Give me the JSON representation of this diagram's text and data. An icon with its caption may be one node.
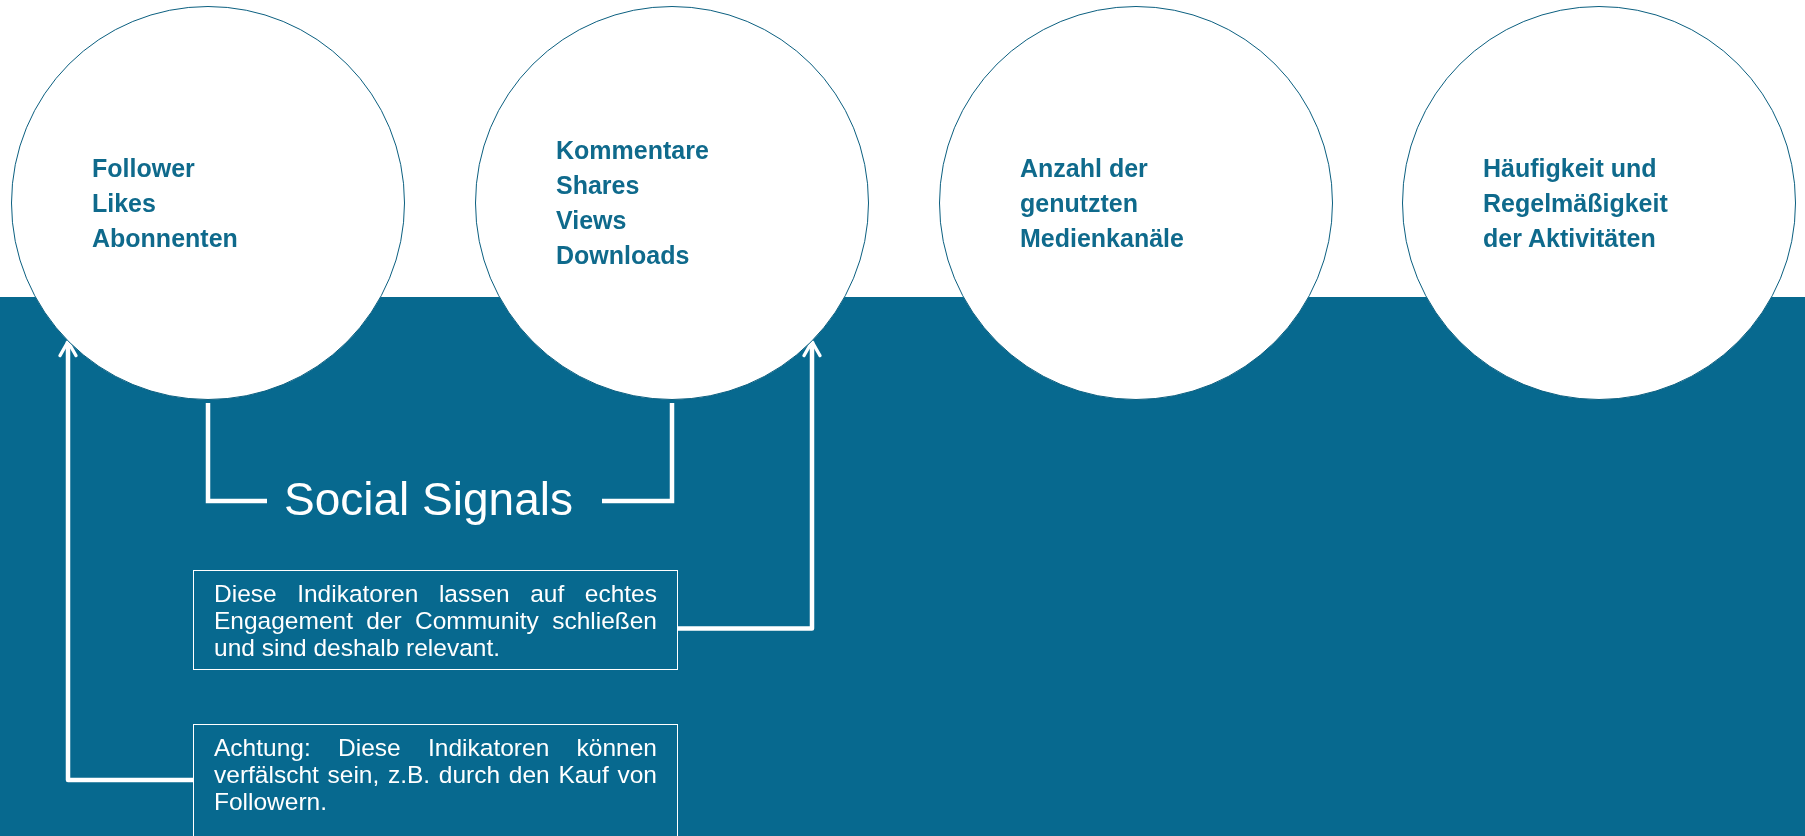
{
  "diagram": {
    "nodes": [
      {
        "text": [
          "Follower Likes Abonnenten"
        ]
      },
      {
        "text": [
          "Kommentare Shares Views Downloads"
        ]
      },
      {
        "text": [
          "Anzahl der genutzten Medienkanäle"
        ]
      },
      {
        "text": [
          "Häufigkeit und Regelmäßigkeit der Aktivitäten"
        ]
      },
      {
        "text": [
          "Diese Indikatoren lassen auf echtes Engagement der Community schließen und sind deshalb relevant."
        ]
      },
      {
        "text": [
          "Achtung: Diese Indikatoren können verfälscht sein, z.B. durch den Kauf von Followern."
        ]
      }
    ],
    "edges": [
      {
        "from": 4,
        "to": 1,
        "arrow": "to"
      },
      {
        "from": 5,
        "to": 0,
        "arrow": "to"
      }
    ],
    "labels": [
      "Social Signals"
    ]
  }
}
